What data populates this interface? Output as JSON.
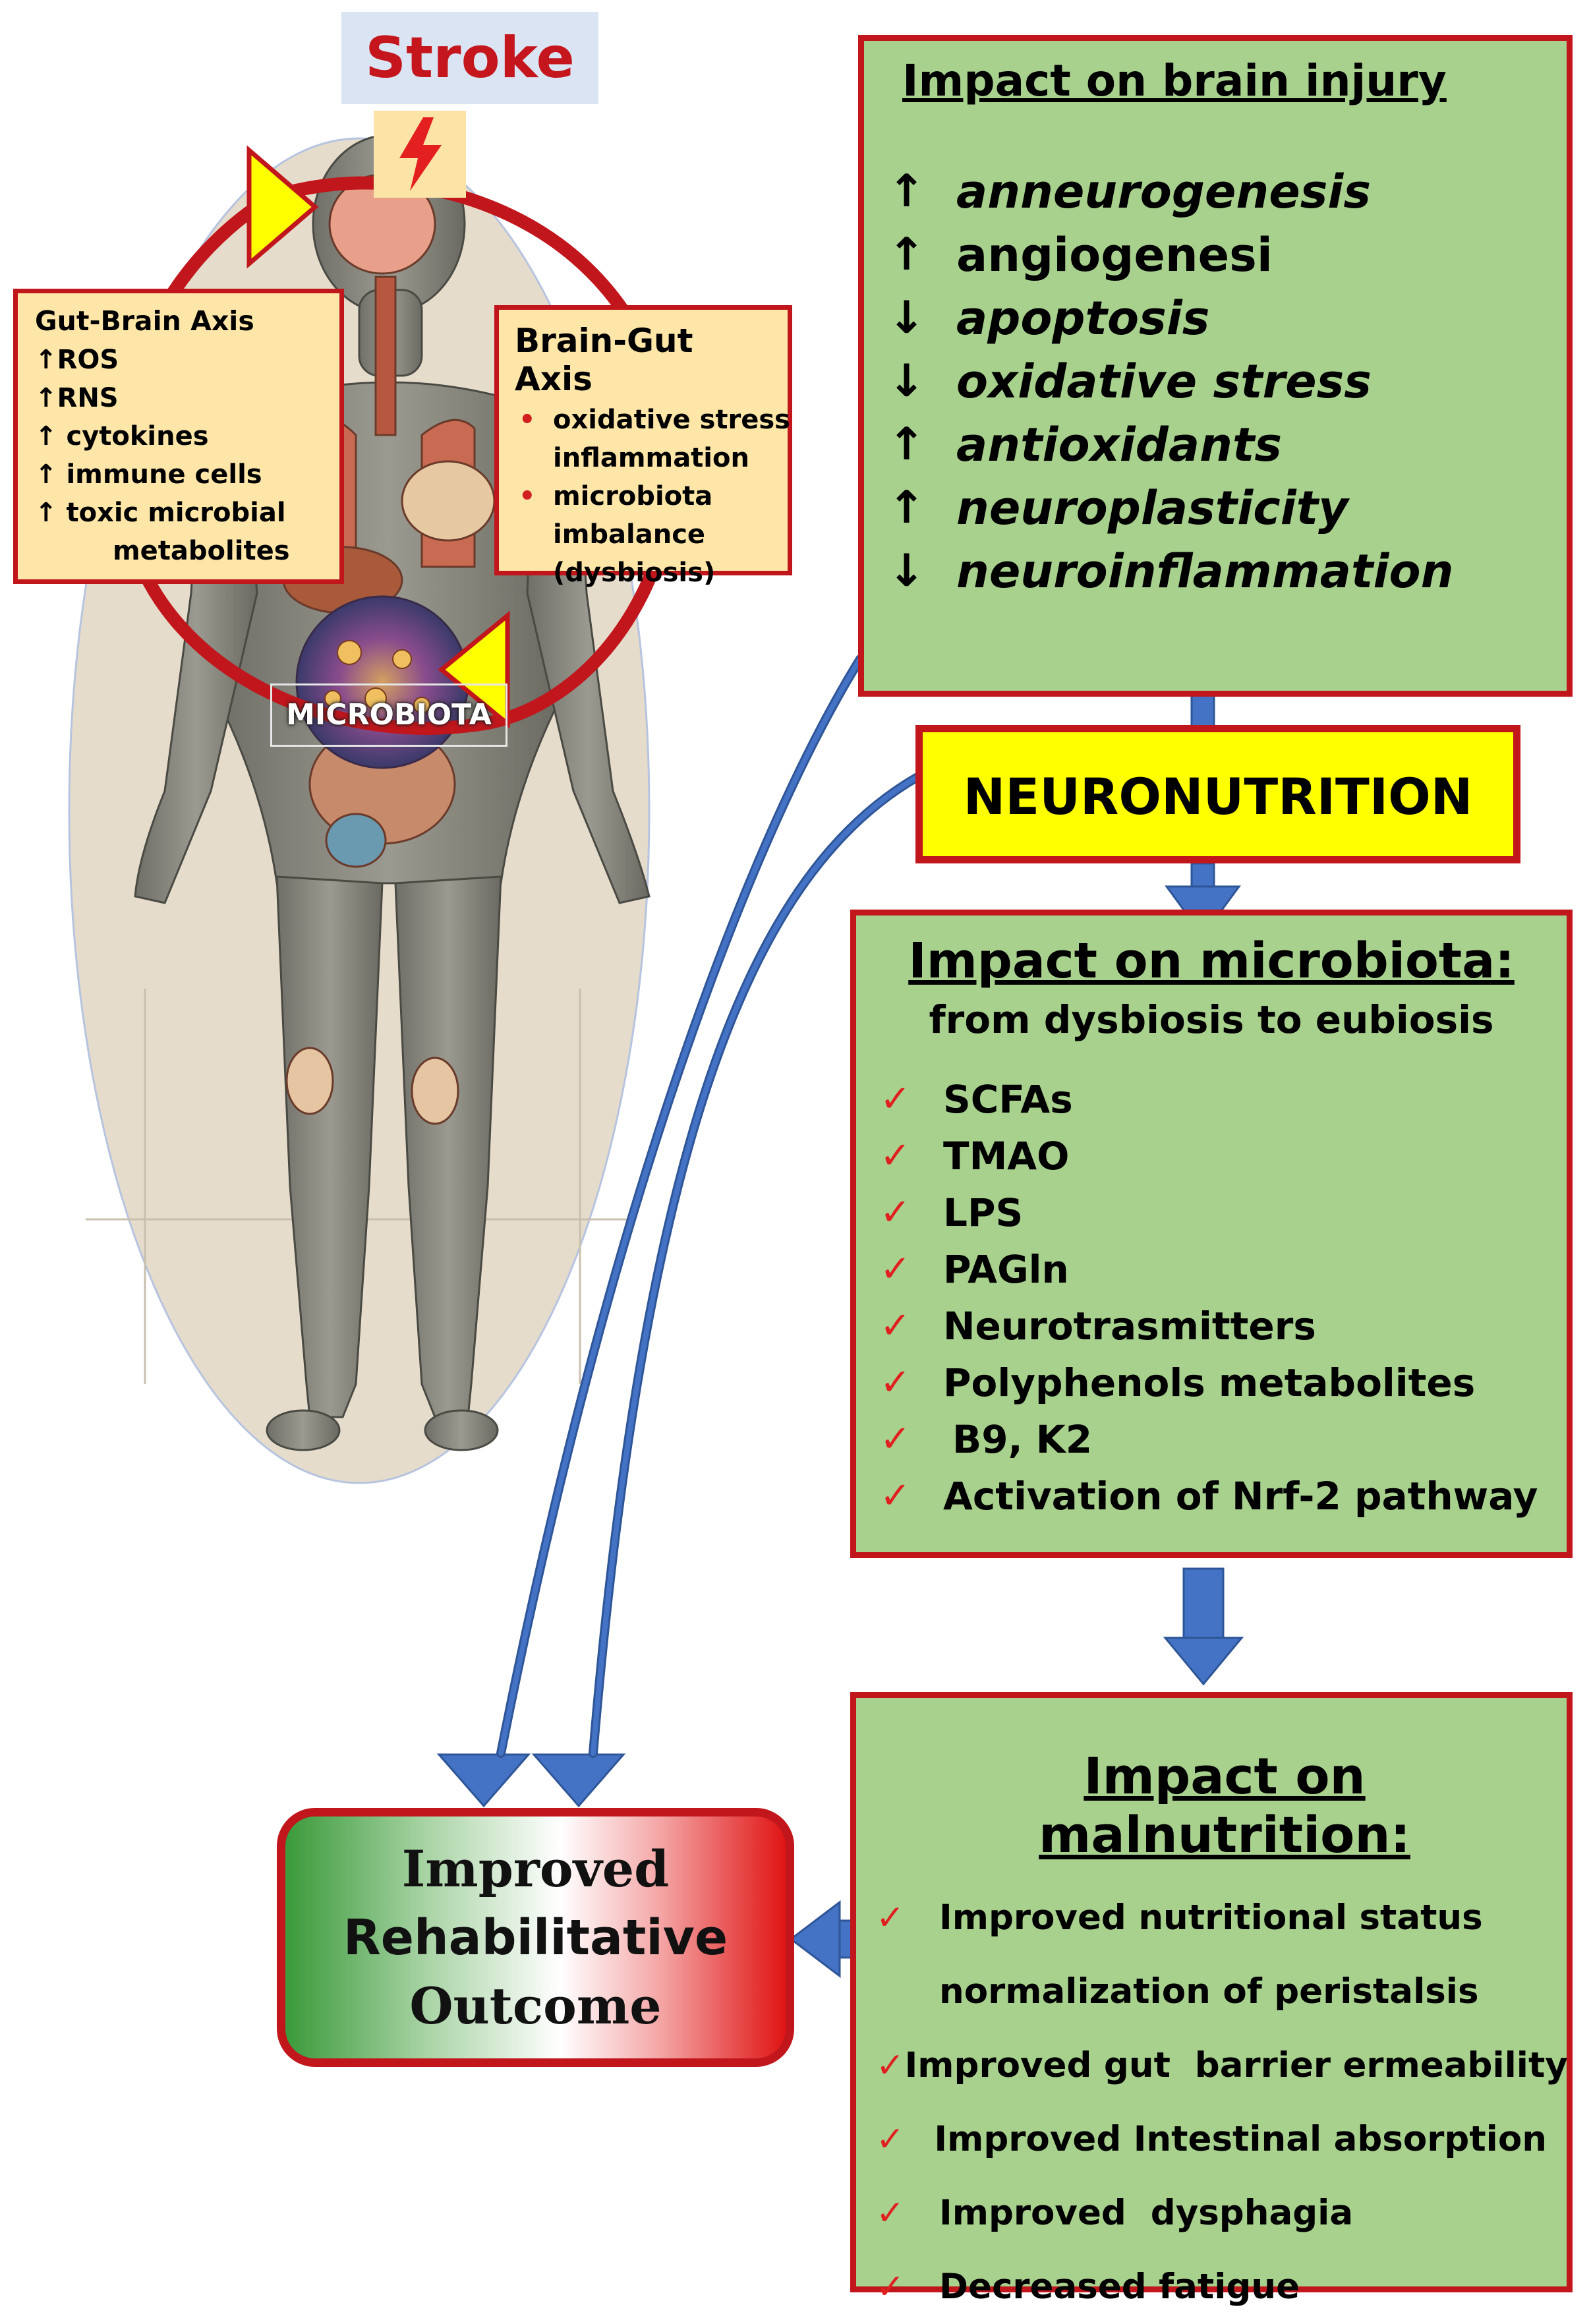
{
  "stroke": {
    "title": "Stroke"
  },
  "gut_brain_axis": {
    "title": "Gut-Brain Axis",
    "items": [
      "↑ROS",
      "↑RNS",
      "↑ cytokines",
      "↑ immune cells",
      "↑ toxic microbial",
      "metabolites"
    ]
  },
  "brain_gut_axis": {
    "title": "Brain-Gut Axis",
    "items": [
      "oxidative stress",
      "inflammation",
      "microbiota",
      "imbalance",
      "(dysbiosis)"
    ]
  },
  "microbiota_label": "MICROBIOTA",
  "brain_injury": {
    "title": "Impact on brain injury",
    "items": [
      {
        "arrow": "↑",
        "text": "anneurogenesis"
      },
      {
        "arrow": "↑",
        "text": "angiogenesi"
      },
      {
        "arrow": "↓",
        "text": "apoptosis"
      },
      {
        "arrow": "↓",
        "text": "oxidative stress"
      },
      {
        "arrow": "↑",
        "text": "antioxidants"
      },
      {
        "arrow": "↑",
        "text": "neuroplasticity"
      },
      {
        "arrow": "↓",
        "text": "neuroinflammation"
      }
    ]
  },
  "neuronutrition": {
    "label": "NEURONUTRITION"
  },
  "microbiota_impact": {
    "title": "Impact on microbiota:",
    "subtitle": "from dysbiosis to eubiosis",
    "check": "✓",
    "items": [
      "SCFAs",
      "TMAO",
      "LPS",
      "PAGln",
      "Neurotrasmitters",
      "Polyphenols metabolites",
      "B9, K2",
      "Activation of Nrf-2 pathway"
    ]
  },
  "malnutrition": {
    "title": "Impact on malnutrition:",
    "check": "✓",
    "items": [
      {
        "check": true,
        "text": "Improved nutritional status"
      },
      {
        "check": false,
        "text": "normalization of peristalsis"
      },
      {
        "check": true,
        "text": "Improved gut  barrier ermeability"
      },
      {
        "check": true,
        "text": "Improved Intestinal absorption"
      },
      {
        "check": true,
        "text": "Improved  dysphagia"
      },
      {
        "check": true,
        "text": "Decreased fatigue"
      }
    ]
  },
  "outcome": {
    "line1": "Improved",
    "line2": "Rehabilitative",
    "line3": "Outcome"
  },
  "colors": {
    "panel_green": "#a9d18e",
    "border_red": "#c0161c",
    "axis_yellow": "#fde6a8",
    "neuro_yellow": "#ffff00",
    "arrow_blue": "#4472c4",
    "check_red": "#e0201f"
  }
}
